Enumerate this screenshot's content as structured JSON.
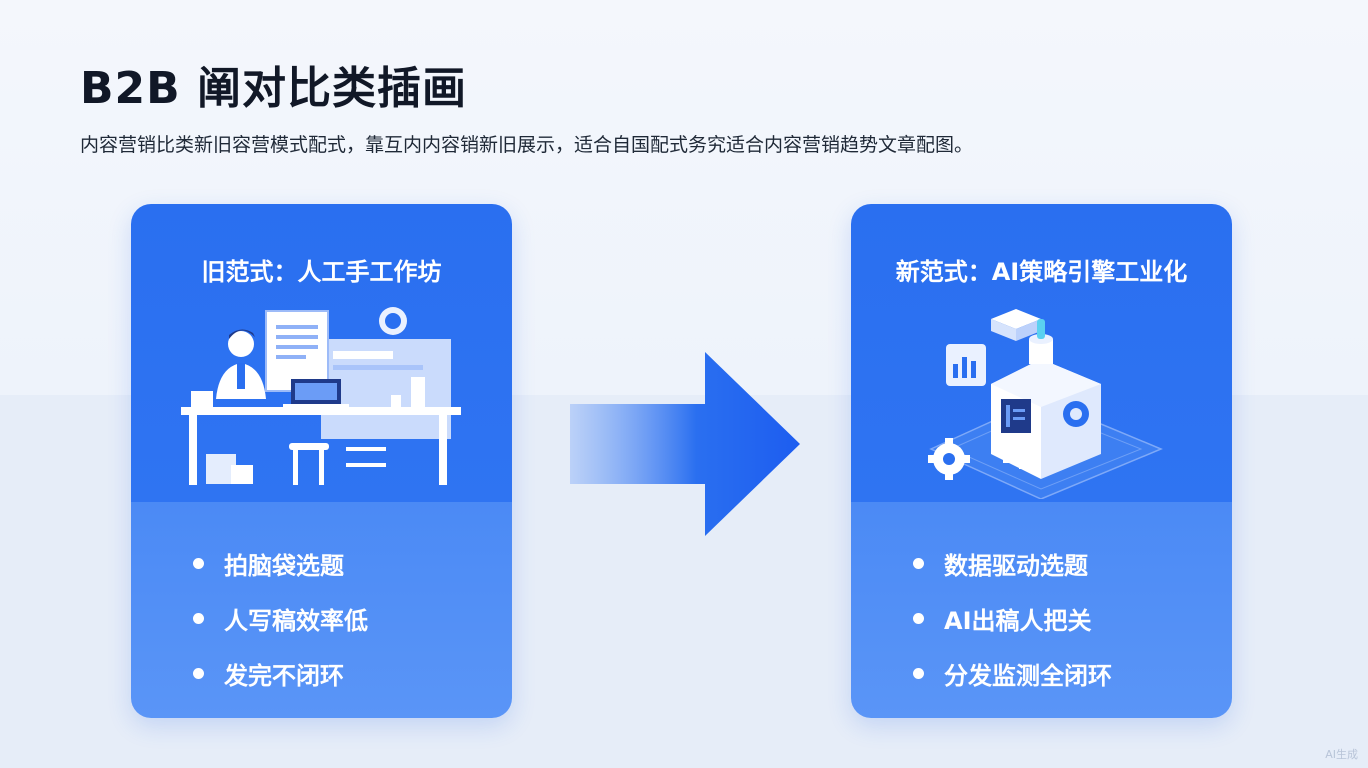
{
  "header": {
    "title": "B2B 阐对比类插画",
    "subtitle": "内容营销比类新旧容营模式配式，靠互内内容销新旧展示，适合自国配式务究适合内容营销趋势文章配图。"
  },
  "old_card": {
    "title": "旧范式：人工手工作坊",
    "bullets": [
      "拍脑袋选题",
      "人写稿效率低",
      "发完不闭环"
    ],
    "illustration_icon": "manual-office-desk-icon"
  },
  "new_card": {
    "title": "新范式：AI策略引擎工业化",
    "bullets": [
      "数据驱动选题",
      "AI出稿人把关",
      "分发监测全闭环"
    ],
    "illustration_icon": "ai-engine-machine-icon"
  },
  "transition_icon": "right-arrow-icon",
  "watermark": "AI生成",
  "colors": {
    "card_blue": "#2a6ff0",
    "card_light_blue": "#5a95f7",
    "arrow_blue": "#1d5df0",
    "background": "#f4f7fc"
  }
}
